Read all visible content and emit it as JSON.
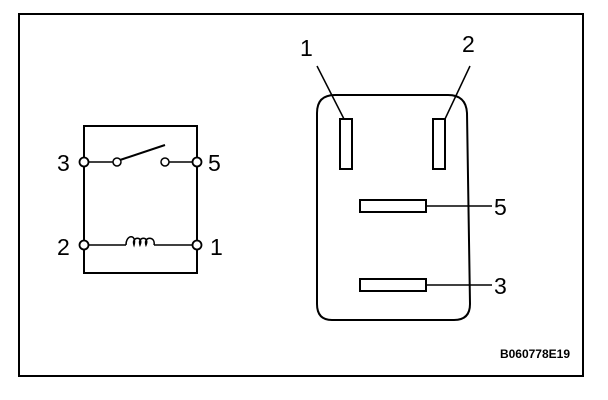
{
  "figure_code": "B060778E19",
  "schematic": {
    "terminals": {
      "t3": "3",
      "t5": "5",
      "t2": "2",
      "t1": "1"
    }
  },
  "connector": {
    "pins": {
      "p1": "1",
      "p2": "2",
      "p5": "5",
      "p3": "3"
    }
  }
}
